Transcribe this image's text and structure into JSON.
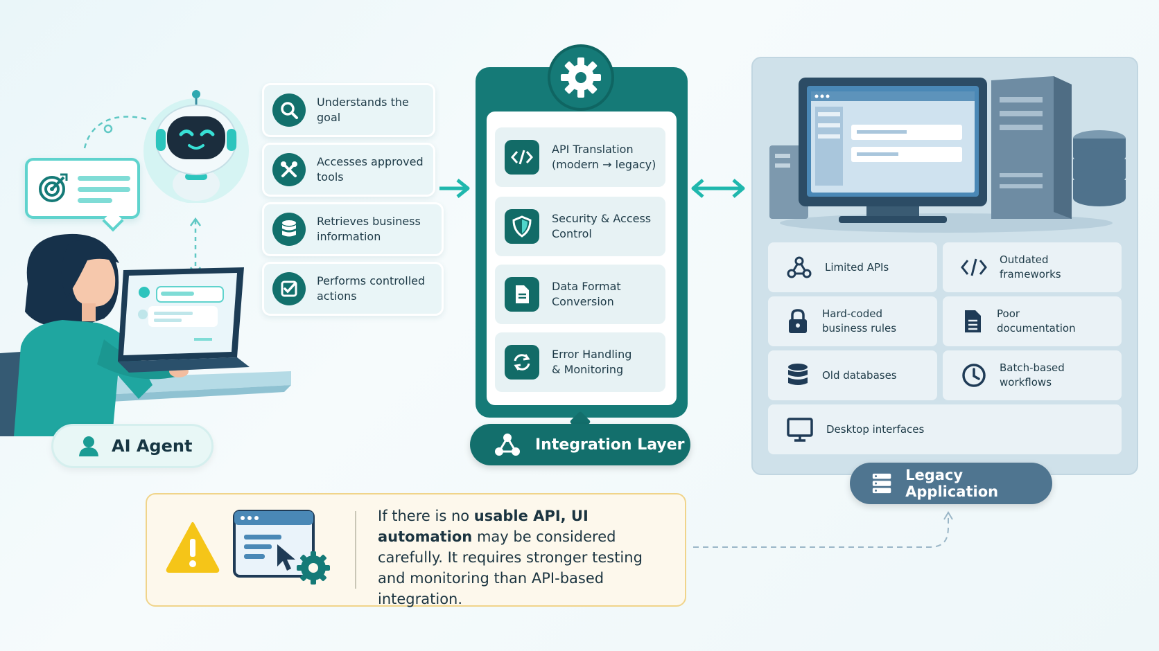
{
  "agent": {
    "label": "AI Agent",
    "capabilities": [
      {
        "icon": "search-icon",
        "text": "Understands the goal"
      },
      {
        "icon": "tools-icon",
        "text": "Accesses approved tools"
      },
      {
        "icon": "database-icon",
        "text": "Retrieves business information"
      },
      {
        "icon": "checkbox-icon",
        "text": "Performs controlled actions"
      }
    ]
  },
  "integration": {
    "label": "Integration Layer",
    "items": [
      {
        "icon": "code-icon",
        "line1": "API Translation",
        "line2": "(modern → legacy)"
      },
      {
        "icon": "shield-icon",
        "line1": "Security & Access",
        "line2": "Control"
      },
      {
        "icon": "document-icon",
        "line1": "Data Format",
        "line2": "Conversion"
      },
      {
        "icon": "refresh-icon",
        "line1": "Error Handling",
        "line2": "& Monitoring"
      }
    ]
  },
  "legacy": {
    "label": "Legacy Application",
    "items": [
      {
        "icon": "network-icon",
        "line1": "Limited APIs",
        "line2": ""
      },
      {
        "icon": "code-icon",
        "line1": "Outdated",
        "line2": "frameworks"
      },
      {
        "icon": "lock-icon",
        "line1": "Hard-coded",
        "line2": "business rules"
      },
      {
        "icon": "document-icon",
        "line1": "Poor",
        "line2": "documentation"
      },
      {
        "icon": "database-icon",
        "line1": "Old databases",
        "line2": ""
      },
      {
        "icon": "clock-icon",
        "line1": "Batch-based",
        "line2": "workflows"
      },
      {
        "icon": "monitor-icon",
        "line1": "Desktop interfaces",
        "line2": ""
      }
    ]
  },
  "warning": {
    "text_before": "If there is no ",
    "text_bold": "usable API, UI automation",
    "text_after": " may be considered carefully. It requires stronger testing and monitoring than API-based integration."
  },
  "colors": {
    "teal_dark": "#157a77",
    "teal_light": "#5fd3cd",
    "legacy_blue": "#4f7590",
    "warning_yellow": "#f5c518"
  }
}
